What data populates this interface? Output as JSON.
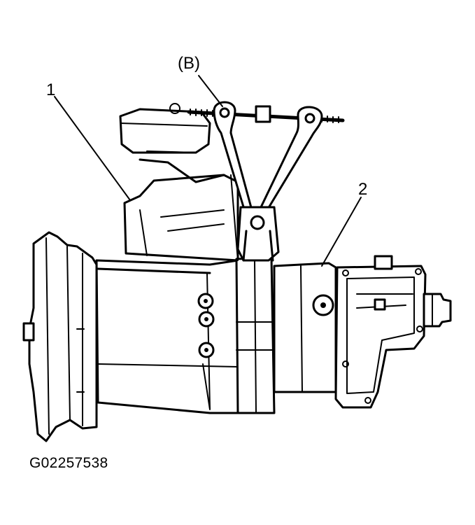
{
  "callouts": {
    "tool_label": "(B)",
    "part_1": "1",
    "part_2": "2"
  },
  "figure_id": "G02257538",
  "colors": {
    "ink": "#000000",
    "background": "#ffffff"
  }
}
